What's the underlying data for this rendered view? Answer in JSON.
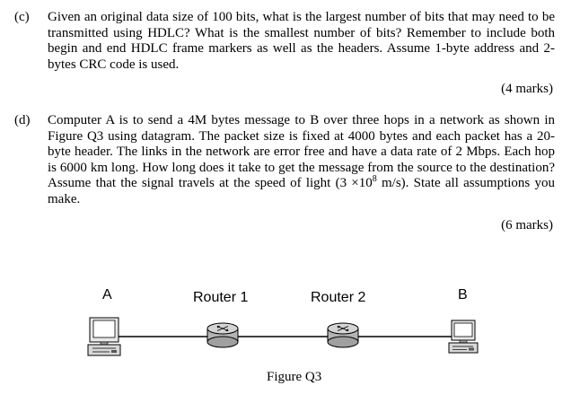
{
  "question_c": {
    "label": "(c)",
    "text": "Given an original data size of 100 bits, what is the largest number of bits that may need to be transmitted using HDLC? What is the smallest number of bits? Remember to include both begin and end HDLC frame markers as well as the headers. Assume 1-byte address and 2-bytes CRC code is used.",
    "marks": "(4 marks)"
  },
  "question_d": {
    "label": "(d)",
    "text_before": "Computer A is to send a 4M bytes message to B over three hops in a network as shown in Figure Q3 using datagram. The packet size is fixed at 4000 bytes and each packet has a 20-byte header. The links in the network are error free and have a data rate of 2 Mbps. Each hop is 6000 km long. How long does it take to get the message from the source to the destination? Assume that the signal travels at the speed of light (3 ×10",
    "exponent": "8",
    "text_after": " m/s). State all assumptions you make.",
    "marks": "(6 marks)"
  },
  "figure": {
    "node_a": "A",
    "router_1": "Router 1",
    "router_2": "Router 2",
    "node_b": "B",
    "caption": "Figure Q3"
  }
}
